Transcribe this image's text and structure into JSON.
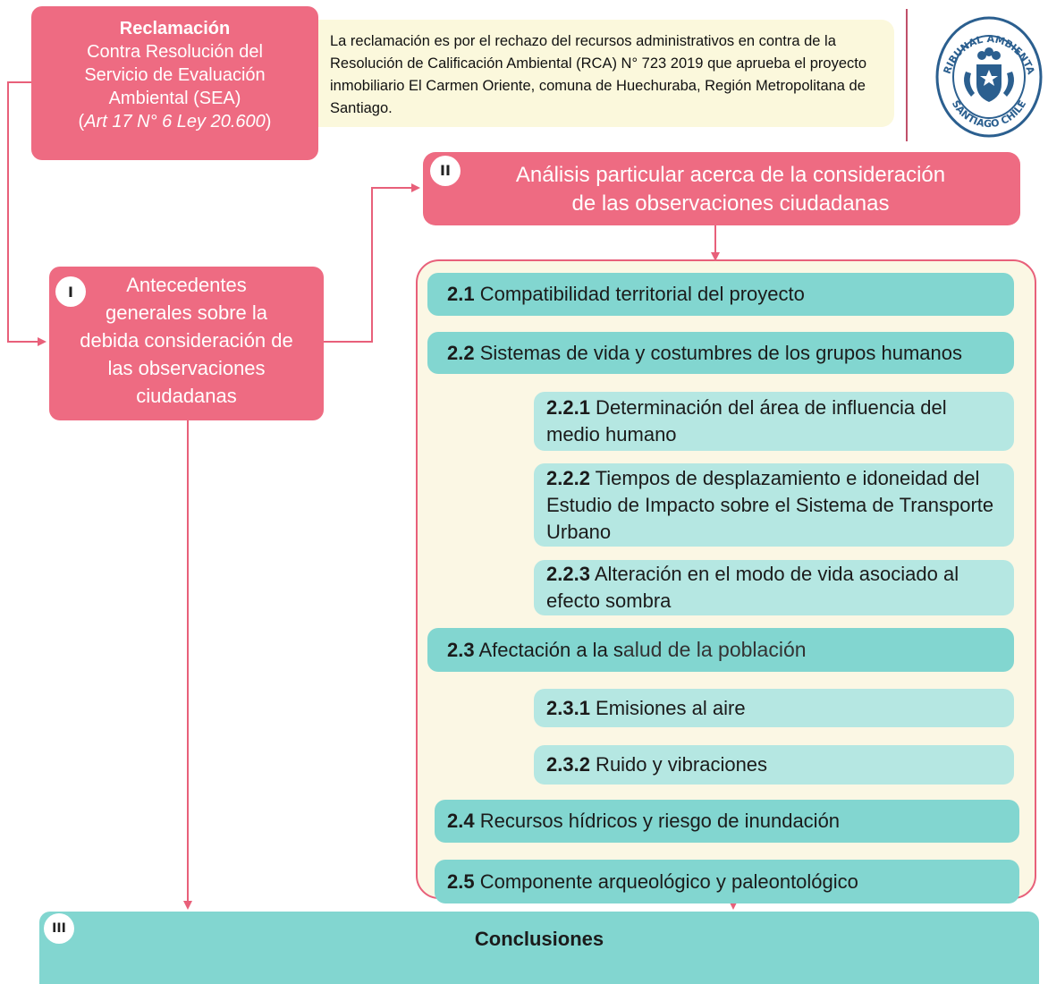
{
  "reclamacion": {
    "title": "Reclamación",
    "line1": "Contra Resolución del",
    "line2": "Servicio de Evaluación",
    "line3": "Ambiental (SEA)",
    "citation_open": "(",
    "citation": "Art 17 N° 6 Ley 20.600",
    "citation_close": ")"
  },
  "note": {
    "text": "La reclamación es por el rechazo del recursos administrativos en contra de la Resolución de Calificación Ambiental (RCA) N° 723 2019 que aprueba el proyecto inmobiliario El Carmen Oriente, comuna de Huechuraba, Región Metropolitana de Santiago."
  },
  "seal": {
    "top_text": "TRIBUNAL AMBIENTAL",
    "bottom_text": "SANTIAGO CHILE"
  },
  "section_1": {
    "badge": "I",
    "line1": "Antecedentes",
    "line2": "generales sobre la",
    "line3": "debida consideración de",
    "line4": "las observaciones",
    "line5": "ciudadanas"
  },
  "section_2": {
    "badge": "II",
    "line1": "Análisis particular acerca de la consideración",
    "line2": "de las observaciones ciudadanas"
  },
  "items": {
    "i21": {
      "num": "2.1",
      "text": " Compatibilidad territorial del proyecto"
    },
    "i22": {
      "num": "2.2",
      "text": " Sistemas de vida y costumbres de los grupos humanos"
    },
    "i221": {
      "num": "2.2.1",
      "text": " Determinación del área de influencia del medio humano"
    },
    "i222": {
      "num": "2.2.2",
      "text": " Tiempos de desplazamiento e idoneidad del Estudio de Impacto sobre el Sistema de Transporte Urbano"
    },
    "i223": {
      "num": "2.2.3",
      "text": " Alteración en el modo de vida asociado al efecto sombra"
    },
    "i23": {
      "num": "2.3",
      "text_a": " Afectación a la s",
      "text_b": "alud de la población"
    },
    "i231": {
      "num": "2.3.1",
      "text": " Emisiones al aire"
    },
    "i232": {
      "num": "2.3.2",
      "text": " Ruido y vibraciones"
    },
    "i24": {
      "num": "2.4",
      "text": " Recursos hídricos y riesgo de inundación"
    },
    "i25": {
      "num": "2.5",
      "text": " Componente arqueológico y paleontológico"
    }
  },
  "section_3": {
    "badge": "III",
    "label": "Conclusiones"
  },
  "colors": {
    "pink": "#ee6b82",
    "teal": "#82d6d0",
    "teal_light": "#b5e7e2",
    "cream": "#fbf7e4",
    "note_bg": "#fbf8dc",
    "seal_blue": "#2b5f8f"
  }
}
